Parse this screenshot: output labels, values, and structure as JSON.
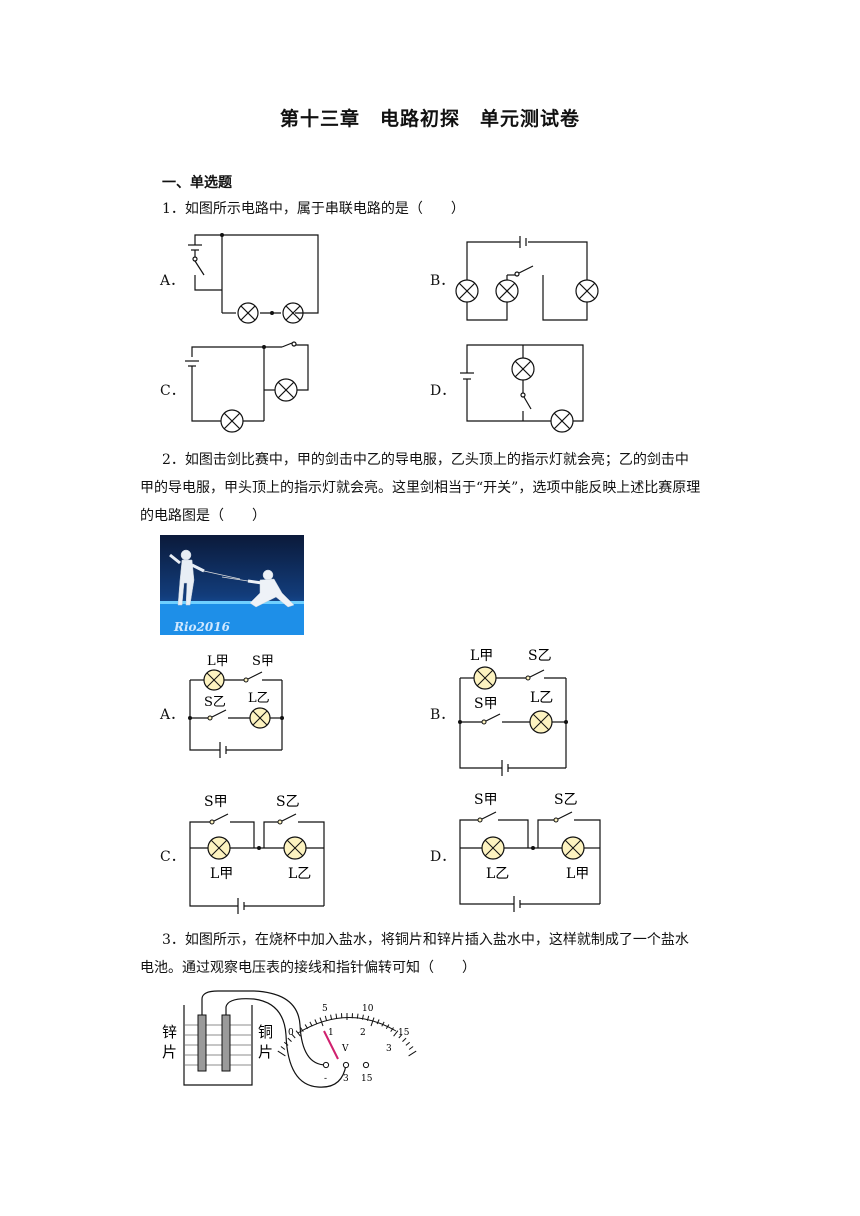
{
  "title": "第十三章　电路初探　单元测试卷",
  "section": "一、单选题",
  "q1": {
    "text": "1．如图所示电路中，属于串联电路的是（　　）",
    "options": [
      "A．",
      "B．",
      "C．",
      "D．"
    ]
  },
  "q2": {
    "line1": "2．如图击剑比赛中，甲的剑击中乙的导电服，乙头顶上的指示灯就会亮；乙的剑击中",
    "line2": "甲的导电服，甲头顶上的指示灯就会亮。这里剑相当于“开关”，选项中能反映上述比赛原理",
    "line3": "的电路图是（　　）",
    "photo_caption": "Rio2016",
    "options": [
      "A．",
      "B．",
      "C．",
      "D．"
    ],
    "labels": {
      "L_jia": "L甲",
      "L_yi": "L乙",
      "S_jia": "S甲",
      "S_yi": "S乙"
    }
  },
  "q3": {
    "line1": "3．如图所示，在烧杯中加入盐水，将铜片和锌片插入盐水中，这样就制成了一个盐水",
    "line2": "电池。通过观察电压表的接线和指针偏转可知（　　）",
    "zinc_label": [
      "锌",
      "片"
    ],
    "copper_label": [
      "铜",
      "片"
    ],
    "meter": {
      "unit": "V",
      "outer_scale": [
        "0",
        "5",
        "10",
        "15"
      ],
      "inner_scale": [
        "1",
        "2",
        "3"
      ],
      "terminals": [
        "-",
        "3",
        "15"
      ]
    }
  },
  "colors": {
    "lamp_fill": "#fdf3c0",
    "needle": "#d0206e"
  }
}
